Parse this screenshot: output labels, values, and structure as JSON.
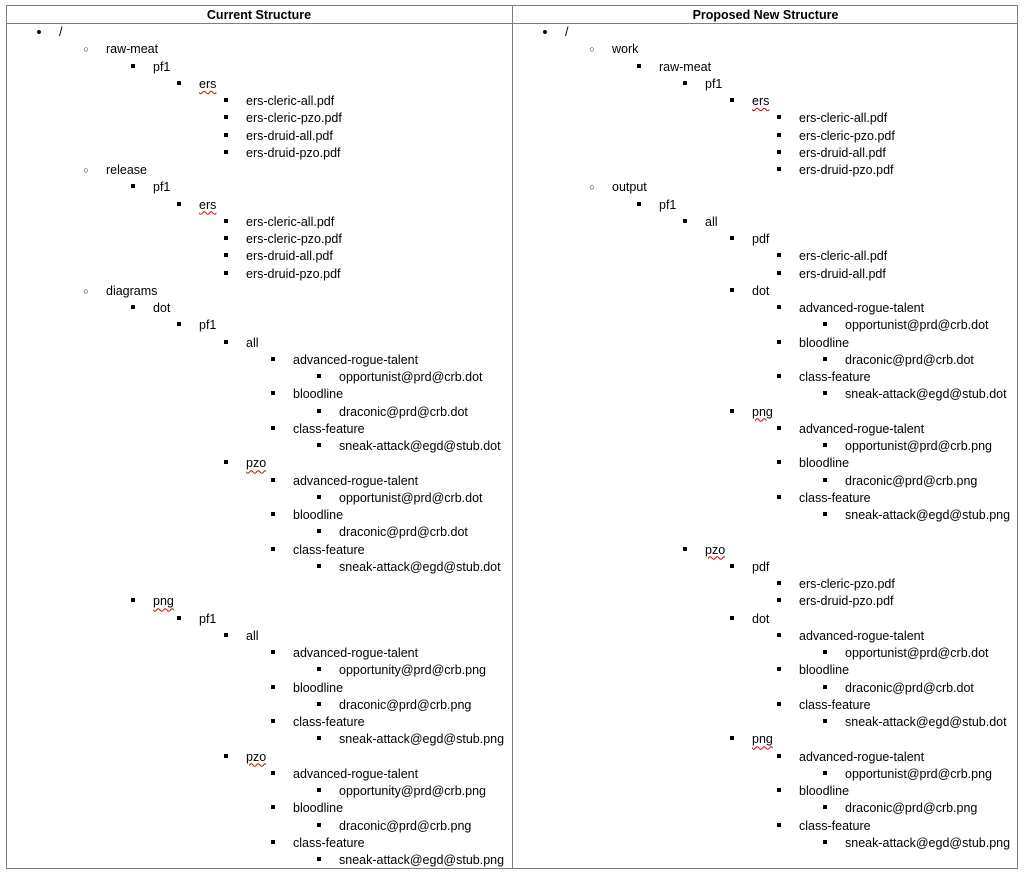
{
  "headers": {
    "current": "Current Structure",
    "proposed": "Proposed New Structure"
  },
  "current_tree": [
    {
      "d": 0,
      "t": "/"
    },
    {
      "d": 1,
      "t": "raw-meat"
    },
    {
      "d": 2,
      "t": "pf1"
    },
    {
      "d": 3,
      "t": "ers",
      "sp": true
    },
    {
      "d": 4,
      "t": "ers-cleric-all.pdf"
    },
    {
      "d": 4,
      "t": "ers-cleric-pzo.pdf"
    },
    {
      "d": 4,
      "t": "ers-druid-all.pdf"
    },
    {
      "d": 4,
      "t": "ers-druid-pzo.pdf"
    },
    {
      "d": 1,
      "t": "release"
    },
    {
      "d": 2,
      "t": "pf1"
    },
    {
      "d": 3,
      "t": "ers",
      "sp": true
    },
    {
      "d": 4,
      "t": "ers-cleric-all.pdf"
    },
    {
      "d": 4,
      "t": "ers-cleric-pzo.pdf"
    },
    {
      "d": 4,
      "t": "ers-druid-all.pdf"
    },
    {
      "d": 4,
      "t": "ers-druid-pzo.pdf"
    },
    {
      "d": 1,
      "t": "diagrams"
    },
    {
      "d": 2,
      "t": "dot"
    },
    {
      "d": 3,
      "t": "pf1"
    },
    {
      "d": 4,
      "t": "all"
    },
    {
      "d": 5,
      "t": "advanced-rogue-talent"
    },
    {
      "d": 6,
      "t": "opportunist@prd@crb.dot"
    },
    {
      "d": 5,
      "t": "bloodline"
    },
    {
      "d": 6,
      "t": "draconic@prd@crb.dot"
    },
    {
      "d": 5,
      "t": "class-feature"
    },
    {
      "d": 6,
      "t": "sneak-attack@egd@stub.dot"
    },
    {
      "d": 4,
      "t": "pzo",
      "sp": true
    },
    {
      "d": 5,
      "t": "advanced-rogue-talent"
    },
    {
      "d": 6,
      "t": "opportunist@prd@crb.dot"
    },
    {
      "d": 5,
      "t": "bloodline"
    },
    {
      "d": 6,
      "t": "draconic@prd@crb.dot"
    },
    {
      "d": 5,
      "t": "class-feature"
    },
    {
      "d": 6,
      "t": "sneak-attack@egd@stub.dot"
    },
    {
      "d": -1,
      "t": ""
    },
    {
      "d": 2,
      "t": "png",
      "sp": true
    },
    {
      "d": 3,
      "t": "pf1"
    },
    {
      "d": 4,
      "t": "all"
    },
    {
      "d": 5,
      "t": "advanced-rogue-talent"
    },
    {
      "d": 6,
      "t": "opportunity@prd@crb.png"
    },
    {
      "d": 5,
      "t": "bloodline"
    },
    {
      "d": 6,
      "t": "draconic@prd@crb.png"
    },
    {
      "d": 5,
      "t": "class-feature"
    },
    {
      "d": 6,
      "t": "sneak-attack@egd@stub.png"
    },
    {
      "d": 4,
      "t": "pzo",
      "sp": true
    },
    {
      "d": 5,
      "t": "advanced-rogue-talent"
    },
    {
      "d": 6,
      "t": "opportunity@prd@crb.png"
    },
    {
      "d": 5,
      "t": "bloodline"
    },
    {
      "d": 6,
      "t": "draconic@prd@crb.png"
    },
    {
      "d": 5,
      "t": "class-feature"
    },
    {
      "d": 6,
      "t": "sneak-attack@egd@stub.png"
    }
  ],
  "proposed_tree": [
    {
      "d": 0,
      "t": "/"
    },
    {
      "d": 1,
      "t": "work"
    },
    {
      "d": 2,
      "t": "raw-meat"
    },
    {
      "d": 3,
      "t": "pf1"
    },
    {
      "d": 4,
      "t": "ers",
      "sp": true
    },
    {
      "d": 5,
      "t": "ers-cleric-all.pdf"
    },
    {
      "d": 5,
      "t": "ers-cleric-pzo.pdf"
    },
    {
      "d": 5,
      "t": "ers-druid-all.pdf"
    },
    {
      "d": 5,
      "t": "ers-druid-pzo.pdf"
    },
    {
      "d": 1,
      "t": "output"
    },
    {
      "d": 2,
      "t": "pf1"
    },
    {
      "d": 3,
      "t": "all"
    },
    {
      "d": 4,
      "t": "pdf"
    },
    {
      "d": 5,
      "t": "ers-cleric-all.pdf"
    },
    {
      "d": 5,
      "t": "ers-druid-all.pdf"
    },
    {
      "d": 4,
      "t": "dot"
    },
    {
      "d": 5,
      "t": "advanced-rogue-talent"
    },
    {
      "d": 6,
      "t": "opportunist@prd@crb.dot"
    },
    {
      "d": 5,
      "t": "bloodline"
    },
    {
      "d": 6,
      "t": "draconic@prd@crb.dot"
    },
    {
      "d": 5,
      "t": "class-feature"
    },
    {
      "d": 6,
      "t": "sneak-attack@egd@stub.dot"
    },
    {
      "d": 4,
      "t": "png",
      "sp": true
    },
    {
      "d": 5,
      "t": "advanced-rogue-talent"
    },
    {
      "d": 6,
      "t": "opportunist@prd@crb.png"
    },
    {
      "d": 5,
      "t": "bloodline"
    },
    {
      "d": 6,
      "t": "draconic@prd@crb.png"
    },
    {
      "d": 5,
      "t": "class-feature"
    },
    {
      "d": 6,
      "t": "sneak-attack@egd@stub.png"
    },
    {
      "d": -1,
      "t": ""
    },
    {
      "d": 3,
      "t": "pzo",
      "sp": true
    },
    {
      "d": 4,
      "t": "pdf"
    },
    {
      "d": 5,
      "t": "ers-cleric-pzo.pdf"
    },
    {
      "d": 5,
      "t": "ers-druid-pzo.pdf"
    },
    {
      "d": 4,
      "t": "dot"
    },
    {
      "d": 5,
      "t": "advanced-rogue-talent"
    },
    {
      "d": 6,
      "t": "opportunist@prd@crb.dot"
    },
    {
      "d": 5,
      "t": "bloodline"
    },
    {
      "d": 6,
      "t": "draconic@prd@crb.dot"
    },
    {
      "d": 5,
      "t": "class-feature"
    },
    {
      "d": 6,
      "t": "sneak-attack@egd@stub.dot"
    },
    {
      "d": 4,
      "t": "png",
      "sp": true
    },
    {
      "d": 5,
      "t": "advanced-rogue-talent"
    },
    {
      "d": 6,
      "t": "opportunist@prd@crb.png"
    },
    {
      "d": 5,
      "t": "bloodline"
    },
    {
      "d": 6,
      "t": "draconic@prd@crb.png"
    },
    {
      "d": 5,
      "t": "class-feature"
    },
    {
      "d": 6,
      "t": "sneak-attack@egd@stub.png"
    }
  ]
}
